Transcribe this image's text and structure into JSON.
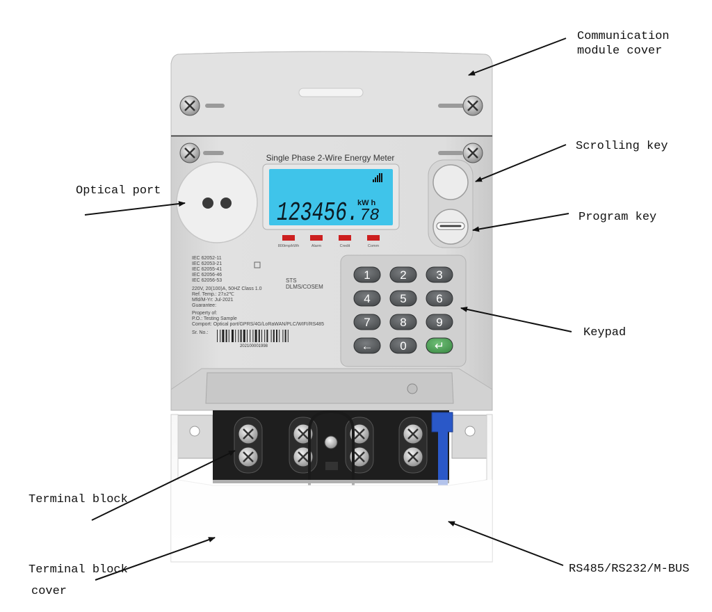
{
  "callouts": {
    "comm_module_cover_line1": "Communication",
    "comm_module_cover_line2": "module cover",
    "scrolling_key": "Scrolling key",
    "optical_port": "Optical port",
    "program_key": "Program key",
    "keypad": "Keypad",
    "terminal_block": "Terminal block",
    "terminal_block_cover_line1": "Terminal block",
    "terminal_block_cover_line2": "cover",
    "rs485": "RS485/RS232/M-BUS"
  },
  "meter": {
    "title": "Single Phase 2-Wire Energy Meter",
    "display_main": "123456.",
    "display_decimal": "78",
    "display_unit": "kW h",
    "indicators": [
      "800imp/kWh",
      "Alarm",
      "Credit",
      "Comm"
    ],
    "standards": [
      "IEC 62052-11",
      "IEC 62053-21",
      "IEC 62055-41",
      "IEC 62056-46",
      "IEC 62056-53"
    ],
    "rating": "220V, 20(100)A, 50HZ  Class 1.0",
    "ref_temp": "Ref. Temp.: 27±2℃",
    "mfd": "Mfd/M-Yr: Jul-2021",
    "guarantee": "Guarantee:",
    "property": "Property of:",
    "po": "P.O.: Testing Sample",
    "comport": "Comport: Optical port/GPRS/4G/LoRaWAN/PLC/WIFI/RS485",
    "serial_label": "Sr. No.:",
    "serial_number": "202100001998",
    "protocol_1": "STS",
    "protocol_2": "DLMS/COSEM",
    "keys": [
      "1",
      "2",
      "3",
      "4",
      "5",
      "6",
      "7",
      "8",
      "9",
      "←",
      "0",
      "↵"
    ]
  },
  "colors": {
    "lcd": "#3fc4ea",
    "body": "#dcdcdc",
    "indicator": "#cc1f1f",
    "key": "#5a5d60",
    "enter_key": "#4f9a5a",
    "cable": "#2a58c8",
    "terminal": "#1e1e1e"
  }
}
